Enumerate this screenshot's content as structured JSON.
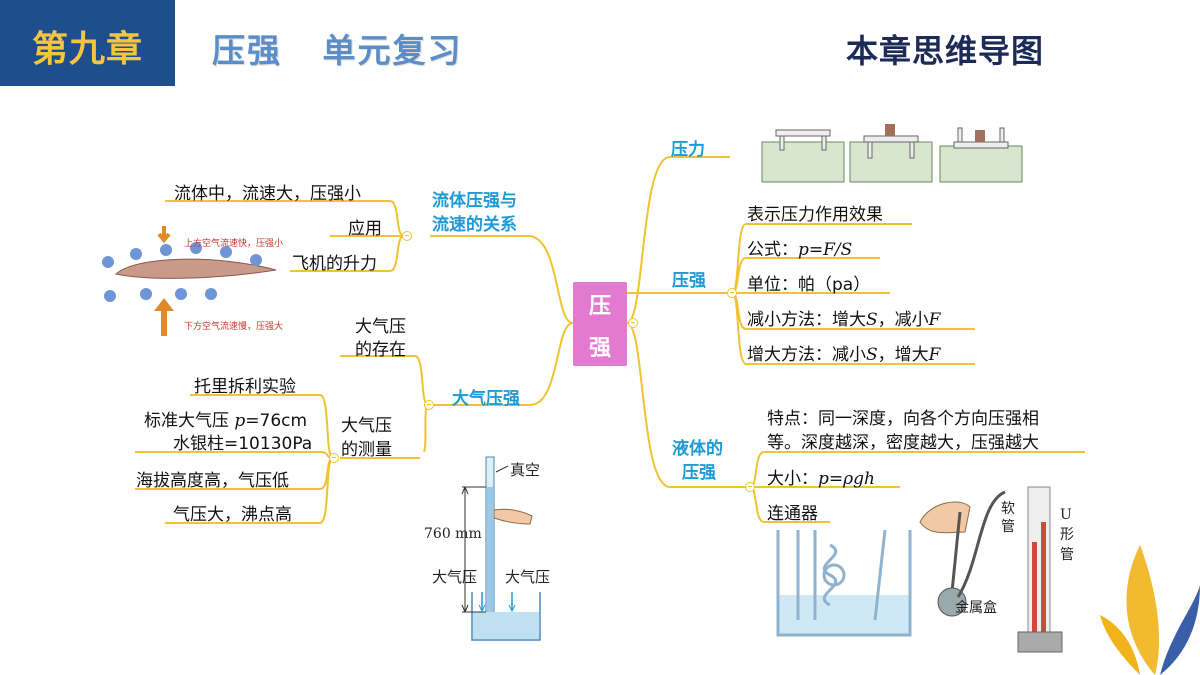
{
  "header": {
    "chapter": "第九章",
    "unit_title": "压强   单元复习",
    "mindmap_title": "本章思维导图"
  },
  "center": {
    "label": "压强",
    "line1": "压",
    "line2": "强"
  },
  "left": {
    "fluid": {
      "label_line1": "流体压强与",
      "label_line2": "流速的关系",
      "items": [
        "流体中，流速大，压强小",
        "应用",
        "飞机的升力"
      ],
      "figure_upper_caption": "上方空气流速快，压强小",
      "figure_lower_caption": "下方空气流速慢，压强大"
    },
    "atmosphere": {
      "label": "大气压强",
      "existence_line1": "大气压",
      "existence_line2": "的存在",
      "measure_line1": "大气压",
      "measure_line2": "的测量",
      "torricelli": "托里拆利实验",
      "standard_line1_prefix": "标准大气压 ",
      "standard_line1_var": "p",
      "standard_line1_value": "=76cm",
      "standard_line2": "水银柱=10130Pa",
      "altitude": "海拔高度高，气压低",
      "boiling": "气压大，沸点高",
      "figure": {
        "vacuum": "真空",
        "height": "760 mm",
        "atm_left": "大气压",
        "atm_right": "大气压"
      }
    }
  },
  "right": {
    "force": {
      "label": "压力"
    },
    "pressure": {
      "label": "压强",
      "meaning": "表示压力作用效果",
      "formula_prefix": "公式：",
      "formula": "p=F/S",
      "unit": "单位：帕（pa）",
      "reduce_prefix": "减小方法：增大",
      "reduce_s": "S",
      "reduce_mid": "，减小",
      "reduce_f": "F",
      "increase_prefix": "增大方法：减小",
      "increase_s": "S",
      "increase_mid": "，增大",
      "increase_f": "F"
    },
    "liquid": {
      "label_line1": "液体的",
      "label_line2": "压强",
      "feature_line1": "特点：同一深度，向各个方向压强相",
      "feature_line2": "等。深度越深，密度越大，压强越大",
      "size_prefix": "大小：",
      "size_formula": "p=ρgh",
      "connector": "连通器",
      "figure": {
        "hose": "软管",
        "u_line1": "U",
        "u_line2": "形",
        "u_line3": "管",
        "box": "金属盒"
      }
    }
  },
  "colors": {
    "line": "#f1c232",
    "accent_blue": "#1e9ad6",
    "center": "#e27ad0",
    "header_bg": "#1f4e8c",
    "header_text": "#f6c343"
  }
}
